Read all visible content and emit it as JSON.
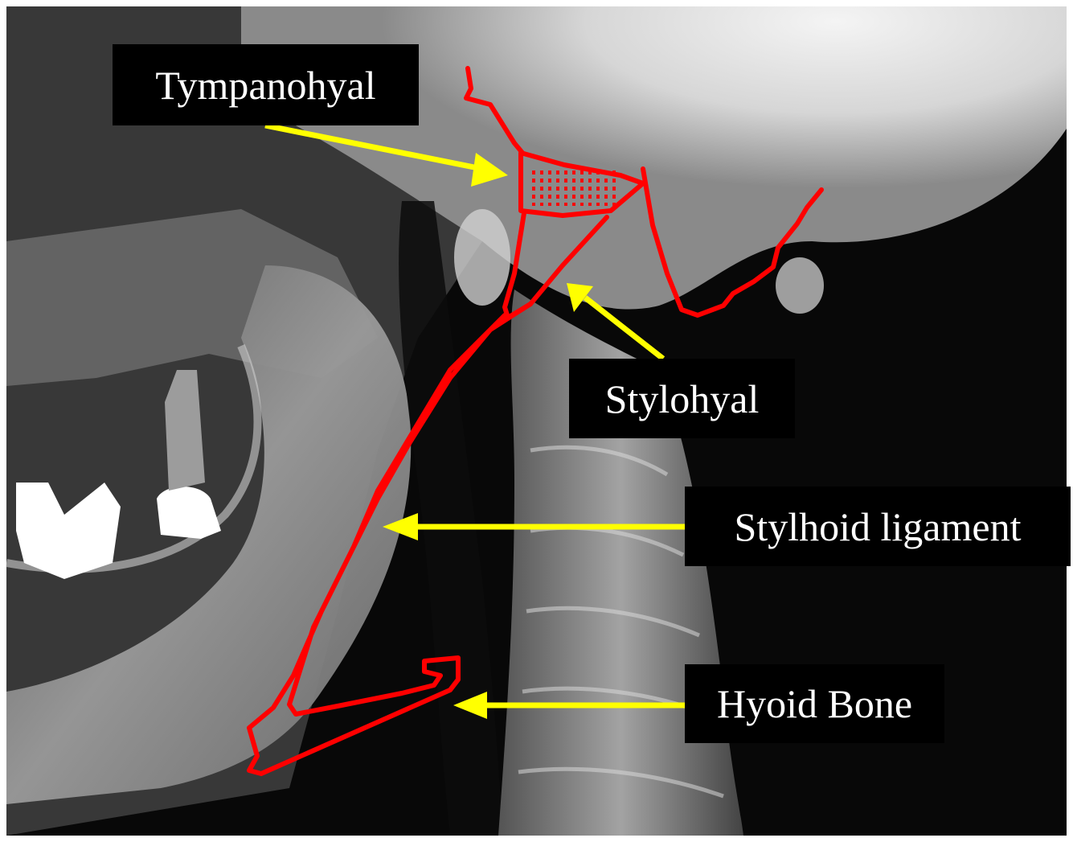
{
  "figure": {
    "labels": {
      "tympanohyal": "Tympanohyal",
      "stylohyal": "Stylohyal",
      "stylohoid_ligament": "Stylhoid ligament",
      "hyoid_bone": "Hyoid Bone"
    },
    "colors": {
      "outline": "#ff0000",
      "arrow": "#ffff00",
      "label_background": "#000000",
      "label_text": "#ffffff"
    }
  }
}
